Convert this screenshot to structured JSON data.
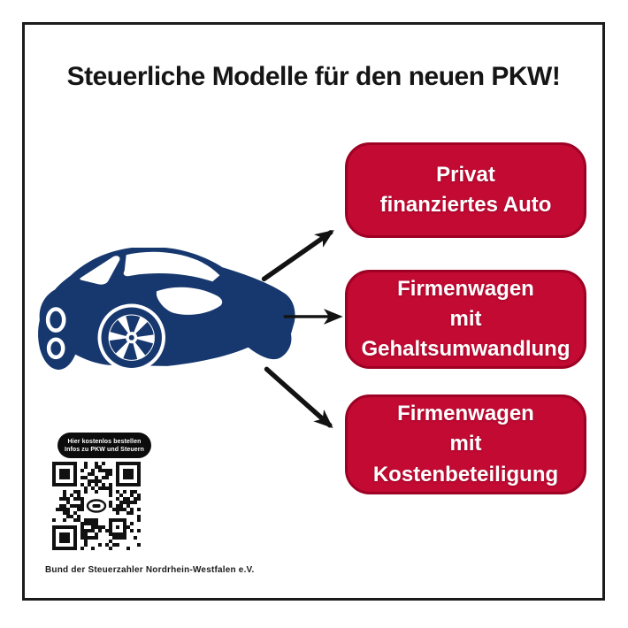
{
  "page": {
    "title": "Steuerliche Modelle für den neuen PKW!",
    "footer": "Bund der Steuerzahler Nordrhein-Westfalen e.V."
  },
  "diagram": {
    "subject_icon": "car-icon",
    "arrow_count": 3,
    "options": [
      {
        "lines": [
          "Privat",
          "finanziertes Auto"
        ]
      },
      {
        "lines": [
          "Firmenwagen",
          "mit",
          "Gehaltsumwandlung"
        ]
      },
      {
        "lines": [
          "Firmenwagen",
          "mit",
          "Kostenbeteiligung"
        ]
      }
    ]
  },
  "qr": {
    "icon": "qr-code-icon",
    "caption_line1": "Hier kostenlos bestellen",
    "caption_line2": "Infos zu PKW und Steuern"
  },
  "colors": {
    "box_fill": "#c20a33",
    "box_border": "#9e0124",
    "box_text": "#ffffff",
    "car_blue": "#17386e",
    "arrow_black": "#121212",
    "frame_black": "#1b1b1b"
  }
}
